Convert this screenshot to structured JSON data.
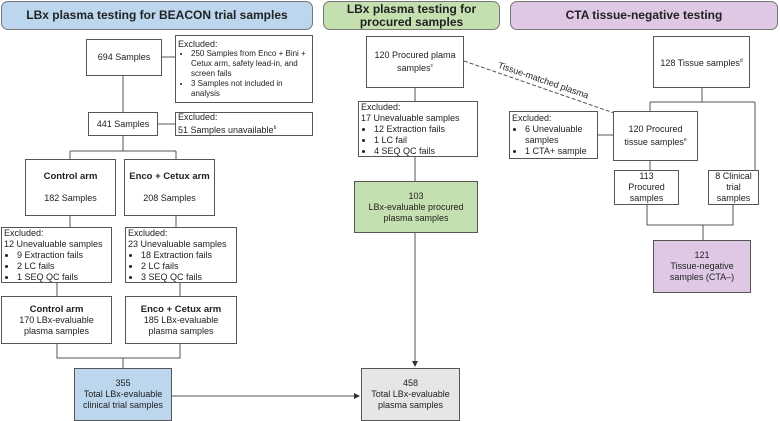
{
  "headers": {
    "beacon": "LBx plasma testing for BEACON trial samples",
    "procured": "LBx plasma testing for procured samples",
    "cta": "CTA tissue-negative testing"
  },
  "beacon": {
    "start": "694 Samples",
    "excluded1": {
      "title": "Excluded:",
      "items": [
        "250 Samples from Enco + Bini + Cetux arm, safety lead-in, and screen fails",
        "3 Samples not included in analysis"
      ]
    },
    "after": "441 Samples",
    "excluded2": {
      "title": "Excluded:",
      "text": "51 Samples unavailable",
      "sup": "b"
    },
    "control": {
      "title": "Control arm",
      "count": "182 Samples",
      "excl_title": "Excluded:",
      "excl_main": "12 Unevaluable samples",
      "excl_items": [
        "9 Extraction fails",
        "2 LC fails",
        "1 SEQ QC fails"
      ],
      "final_title": "Control arm",
      "final_text": "170 LBx-evaluable plasma samples"
    },
    "enco": {
      "title": "Enco + Cetux arm",
      "count": "208 Samples",
      "excl_title": "Excluded:",
      "excl_main": "23 Unevaluable samples",
      "excl_items": [
        "18 Extraction fails",
        "2 LC fails",
        "3 SEQ QC fails"
      ],
      "final_title": "Enco + Cetux arm",
      "final_text": "185 LBx-evaluable plasma samples"
    },
    "total_num": "355",
    "total_text": "Total LBx-evaluable clinical trial samples"
  },
  "procured": {
    "start": "120 Procured plama samples",
    "start_sup": "c",
    "excl_title": "Excluded:",
    "excl_main": "17 Unevaluable samples",
    "excl_items": [
      "12 Extraction fails",
      "1 LC fail",
      "4 SEQ QC fails"
    ],
    "eval_num": "103",
    "eval_text": "LBx-evaluable procured plasma samples",
    "total_num": "458",
    "total_text": "Total LBx-evaluable plasma samples"
  },
  "link_label": "Tissue-matched plasma",
  "cta": {
    "start": "128 Tissue samples",
    "start_sup": "d",
    "excl_title": "Excluded:",
    "excl_items": [
      "6 Unevaluable samples",
      "1 CTA+ sample"
    ],
    "procured_tissue": "120 Procured tissue samples",
    "procured_tissue_sup": "e",
    "procured": "113 Procured samples",
    "clinical": "8 Clinical trial samples",
    "final_num": "121",
    "final_text": "Tissue-negative samples (CTA–)"
  },
  "colors": {
    "beacon": "#bcd6ee",
    "procured": "#c4e0b0",
    "cta": "#dfc8e4",
    "total": "#e6e6e6"
  }
}
